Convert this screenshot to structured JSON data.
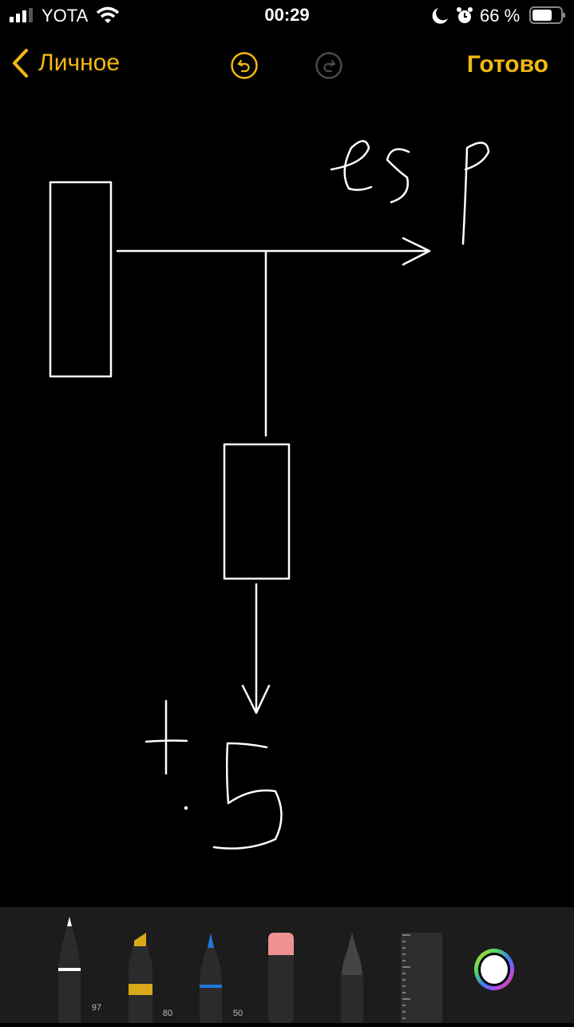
{
  "status_bar": {
    "carrier": "YOTA",
    "time": "00:29",
    "battery_percent": "66 %",
    "battery_level": 0.66
  },
  "nav": {
    "back_label": "Личное",
    "done_label": "Готово"
  },
  "canvas": {
    "handwriting": [
      "esp",
      "+5"
    ]
  },
  "toolbar": {
    "pen_value": "97",
    "marker_value": "80",
    "pencil_value": "50",
    "colors": {
      "accent": "#f2b90f",
      "marker": "#d9a91a",
      "pencil": "#1e78e0",
      "eraser": "#ef9292",
      "selected_color": "#ffffff"
    }
  }
}
